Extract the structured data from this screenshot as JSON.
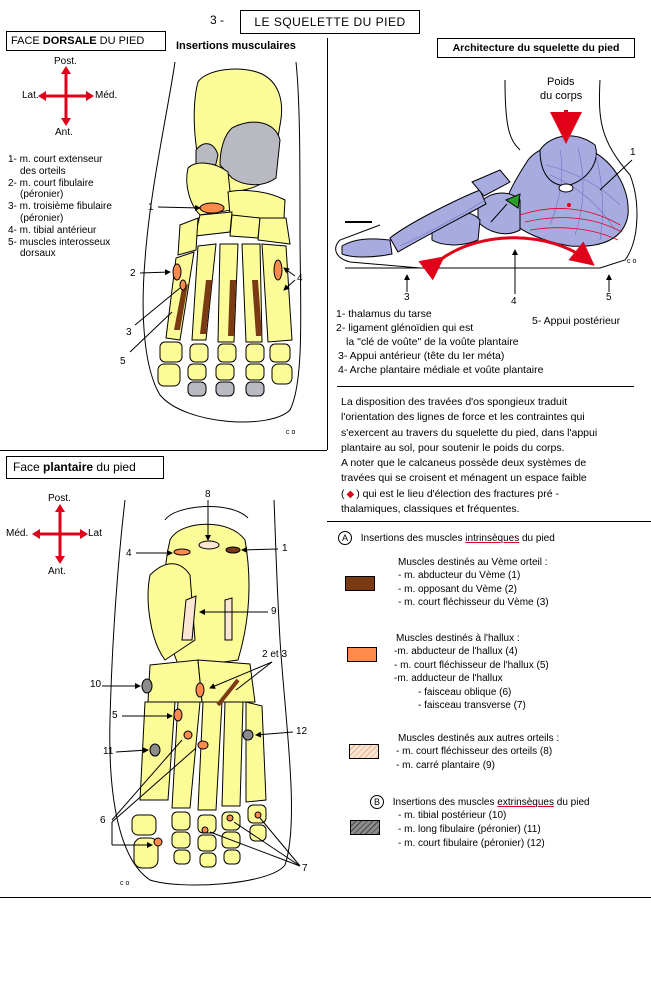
{
  "header": {
    "number": "3 -",
    "title": "LE SQUELETTE DU PIED"
  },
  "dorsal": {
    "face_prefix": "FACE",
    "face_bold": "DORSALE",
    "face_suffix": "DU PIED",
    "insertions_title": "Insertions musculaires",
    "orientation": {
      "top": "Post.",
      "left": "Lat.",
      "right": "Méd.",
      "bottom": "Ant."
    },
    "legend": [
      "1- m. court extenseur",
      "des orteils",
      "2- m. court fibulaire",
      "(péronier)",
      "3- m. troisième fibulaire",
      "(péronier)",
      "4- m. tibial antérieur",
      "5- muscles interosseux",
      "dorsaux"
    ],
    "callouts": [
      "1",
      "2",
      "3",
      "4",
      "5"
    ],
    "signature": "c o"
  },
  "architecture": {
    "title": "Architecture du squelette du pied",
    "weight_label": [
      "Poids",
      "du corps"
    ],
    "callouts": [
      "1",
      "2",
      "3",
      "4",
      "5"
    ],
    "legend": [
      "1- thalamus du tarse",
      "2- ligament glénoïdien qui est",
      "la \"clé de voûte\" de la voûte plantaire",
      "3- Appui antérieur (tête du Ier méta)",
      "4- Arche plantaire médiale et voûte plantaire"
    ],
    "legend_right": "5- Appui postérieur",
    "signature": "c o",
    "paragraph": [
      "La disposition des travées d'os spongieux traduit",
      "l'orientation des lignes de force et les contraintes qui",
      "s'exercent au travers du squelette du pied, dans l'appui",
      "plantaire au  sol, pour soutenir le poids du corps.",
      "A noter que le calcaneus possède deux systèmes de",
      "travées qui se croisent et ménagent un espace faible",
      "qui est le lieu d'élection des fractures pré -",
      "thalamiques, classiques et fréquentes."
    ],
    "paragraph_marker_open": "(",
    "paragraph_marker_close": ")"
  },
  "plantar": {
    "face_prefix": "Face",
    "face_bold": "plantaire",
    "face_suffix": "du pied",
    "orientation": {
      "top": "Post.",
      "left": "Méd.",
      "right": "Lat",
      "bottom": "Ant."
    },
    "callouts": [
      "8",
      "4",
      "1",
      "9",
      "2 et 3",
      "10",
      "5",
      "12",
      "11",
      "6",
      "7"
    ],
    "signature": "c o"
  },
  "legend_plantar": {
    "sectionA": {
      "letter": "A",
      "prefix": "Insertions des muscles",
      "underlined": "intrinsèques",
      "suffix": "du pied"
    },
    "groups": [
      {
        "title": "Muscles destinés au Vème orteil :",
        "color": "#7a3a14",
        "items": [
          "- m. abducteur du Vème  (1)",
          "- m. opposant du Vème (2)",
          "- m. court fléchisseur du Vème  (3)"
        ]
      },
      {
        "title": "Muscles destinés à l'hallux :",
        "color": "#ff8a4c",
        "items": [
          "-m. abducteur de l'hallux  (4)",
          "- m. court fléchisseur de l'hallux  (5)",
          "-m. adducteur de l'hallux",
          "- faisceau oblique  (6)",
          "- faisceau transverse  (7)"
        ]
      },
      {
        "title": "Muscles destinés aux autres orteils :",
        "color": "#fbe6d4",
        "items": [
          "- m. court fléchisseur des orteils  (8)",
          "- m. carré plantaire  (9)"
        ]
      }
    ],
    "sectionB": {
      "letter": "B",
      "prefix": "Insertions des muscles",
      "underlined": "extrinsèques",
      "suffix": "du pied",
      "items": [
        "- m. tibial postérieur  (10)",
        "- m. long fibulaire (péronier)  (11)",
        "- m. court fibulaire (péronier)  (12)"
      ],
      "color": "#8c8c8c"
    }
  },
  "colors": {
    "bone": "#fbfb98",
    "gray": "#b9b9c1",
    "dark_muscle": "#7a3a14",
    "orange_muscle": "#ff8a4c",
    "red": "#e0001a",
    "blue_bone": "#a8abe0",
    "green": "#2aa02a"
  }
}
